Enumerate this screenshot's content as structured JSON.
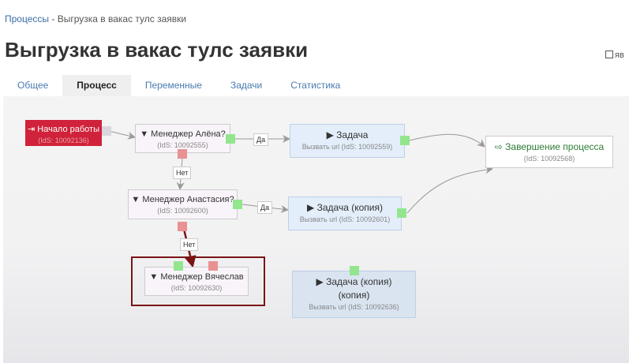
{
  "breadcrumb": {
    "parent": "Процессы",
    "separator": " - ",
    "current": "Выгрузка в вакас тулс заявки"
  },
  "page_title": "Выгрузка в вакас тулс заявки",
  "checkbox_label": "яв",
  "tabs": [
    {
      "label": "Общее"
    },
    {
      "label": "Процесс",
      "active": true
    },
    {
      "label": "Переменные"
    },
    {
      "label": "Задачи"
    },
    {
      "label": "Статистика"
    }
  ],
  "nodes": {
    "start": {
      "title": "Начало работы",
      "id": "(IdS: 10092136)"
    },
    "alena": {
      "title": "Менеджер Алёна?",
      "id": "(IdS: 10092555)"
    },
    "task1": {
      "title": "Задача",
      "id": "Вызвать url (IdS: 10092559)"
    },
    "end": {
      "title": "Завершение процесса",
      "id": "(IdS: 10092568)"
    },
    "anastasia": {
      "title": "Менеджер Анастасия?",
      "id": "(IdS: 10092600)"
    },
    "task2": {
      "title": "Задача (копия)",
      "id": "Вызвать url (IdS: 10092601)"
    },
    "vyacheslav": {
      "title": "Менеджер Вячеслав",
      "id": "(IdS: 10092630)"
    },
    "task3": {
      "title": "Задача (копия)",
      "title2": "(копия)",
      "id": "Вызвать url (IdS: 10092636)"
    }
  },
  "edge_labels": {
    "yes": "Да",
    "no": "Нет"
  },
  "colors": {
    "start": "#d0223a",
    "highlight": "#7a1414",
    "port_yes": "#93e68e",
    "port_no": "#ea9191"
  }
}
